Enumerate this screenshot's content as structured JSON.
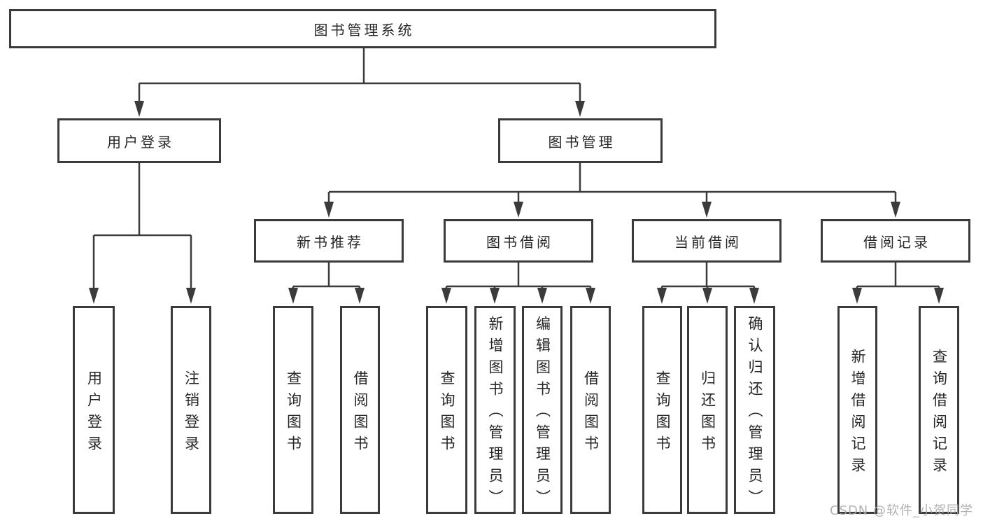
{
  "colors": {
    "line": "#3b3b3b",
    "box_border": "#3b3b3b",
    "text": "#262626",
    "watermark": "#aaaaaa",
    "background": "#ffffff"
  },
  "watermark": {
    "text": "CSDN @软件_小贺同学"
  },
  "tree": {
    "label": "图书管理系统",
    "children": [
      {
        "label": "用户登录",
        "children": [
          {
            "label": "用户登录"
          },
          {
            "label": "注销登录"
          }
        ]
      },
      {
        "label": "图书管理",
        "children": [
          {
            "label": "新书推荐",
            "children": [
              {
                "label": "查询图书"
              },
              {
                "label": "借阅图书"
              }
            ]
          },
          {
            "label": "图书借阅",
            "children": [
              {
                "label": "查询图书"
              },
              {
                "label": "新增图书（管理员）"
              },
              {
                "label": "编辑图书（管理员）"
              },
              {
                "label": "借阅图书"
              }
            ]
          },
          {
            "label": "当前借阅",
            "children": [
              {
                "label": "查询图书"
              },
              {
                "label": "归还图书"
              },
              {
                "label": "确认归还（管理员）"
              }
            ]
          },
          {
            "label": "借阅记录",
            "children": [
              {
                "label": "新增借阅记录"
              },
              {
                "label": "查询借阅记录"
              }
            ]
          }
        ]
      }
    ]
  }
}
